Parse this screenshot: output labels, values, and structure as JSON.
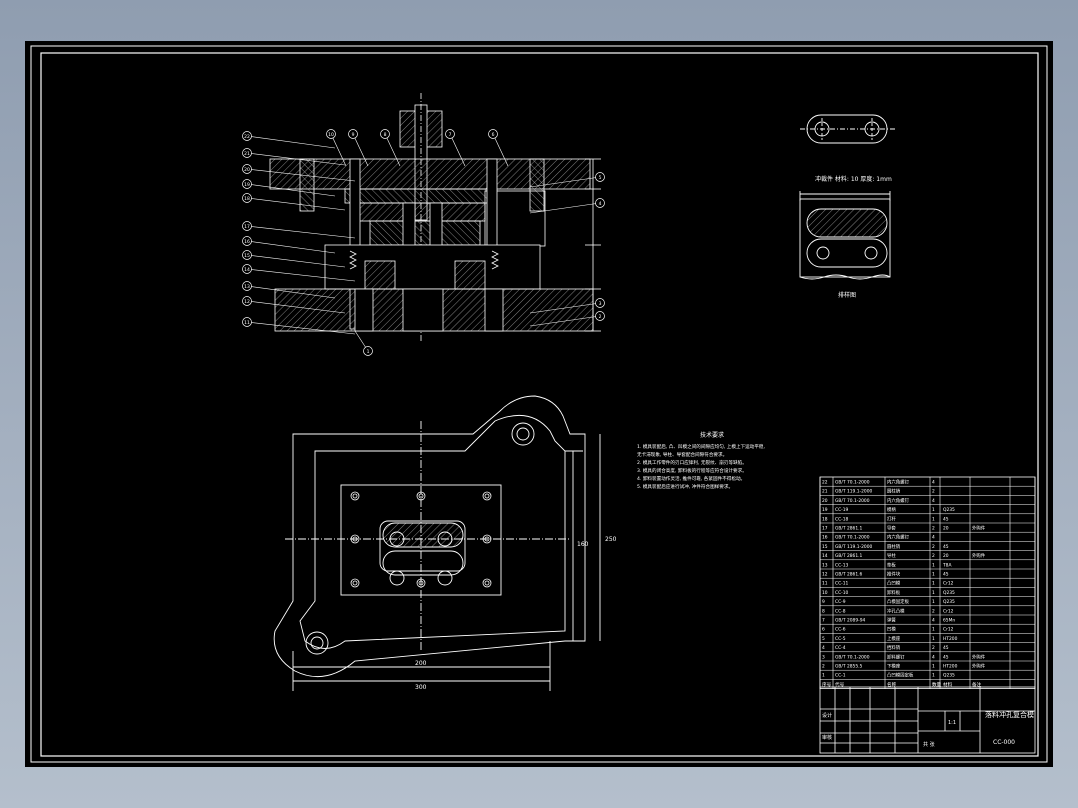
{
  "section_caption": "冲裁件  材料: 10  厚度: 1mm",
  "workpiece_caption": "排样图",
  "tech_req_title": "技术要求",
  "tech_req_lines": [
    "1. 模具装配后, 凸、凹模之间的间隙应均匀, 上模上下运动平稳,",
    "   无卡滞现象, 导柱、导套配合间隙符合要求。",
    "2. 模具工作零件的刃口应锋利, 无裂纹、崩刃等缺陷。",
    "3. 模具的闭合高度, 卸料板的行程等应符合设计要求。",
    "4. 卸料装置动作灵活, 推件可靠, 各紧固件不得松动。",
    "5. 模具装配后应进行试冲, 冲件符合图样要求。"
  ],
  "dimensions": {
    "overall_width": "300",
    "inner_width": "200",
    "overall_height": "250",
    "inner_height": "160"
  },
  "title_block": {
    "title": "落料冲孔复合模",
    "drawing_no": "CC-000",
    "scale": "1:1",
    "sheet": "共 张",
    "designer": "设计",
    "checker": "审核"
  },
  "bom_header": [
    "序号",
    "代号",
    "名称",
    "数量",
    "材料",
    "备注"
  ],
  "bom_rows": [
    [
      "22",
      "GB/T 70.1-2000",
      "内六角螺钉",
      "4",
      "",
      ""
    ],
    [
      "21",
      "GB/T 119.1-2000",
      "圆柱销",
      "2",
      "",
      ""
    ],
    [
      "20",
      "GB/T 70.1-2000",
      "内六角螺钉",
      "4",
      "",
      ""
    ],
    [
      "19",
      "CC-19",
      "模柄",
      "1",
      "Q235",
      ""
    ],
    [
      "18",
      "CC-18",
      "打杆",
      "1",
      "45",
      ""
    ],
    [
      "17",
      "GB/T 2861.1",
      "导套",
      "2",
      "20",
      "外购件"
    ],
    [
      "16",
      "GB/T 70.1-2000",
      "内六角螺钉",
      "4",
      "",
      ""
    ],
    [
      "15",
      "GB/T 119.1-2000",
      "圆柱销",
      "2",
      "45",
      ""
    ],
    [
      "14",
      "GB/T 2861.1",
      "导柱",
      "2",
      "20",
      "外购件"
    ],
    [
      "13",
      "CC-13",
      "垫板",
      "1",
      "T8A",
      ""
    ],
    [
      "12",
      "GB/T 2861.6",
      "推件块",
      "1",
      "45",
      ""
    ],
    [
      "11",
      "CC-11",
      "凸凹模",
      "1",
      "Cr12",
      ""
    ],
    [
      "10",
      "CC-10",
      "卸料板",
      "1",
      "Q235",
      ""
    ],
    [
      "9",
      "CC-9",
      "凸模固定板",
      "1",
      "Q235",
      ""
    ],
    [
      "8",
      "CC-8",
      "冲孔凸模",
      "2",
      "Cr12",
      ""
    ],
    [
      "7",
      "GB/T 2089-94",
      "弹簧",
      "4",
      "65Mn",
      ""
    ],
    [
      "6",
      "CC-6",
      "凹模",
      "1",
      "Cr12",
      ""
    ],
    [
      "5",
      "CC-5",
      "上模座",
      "1",
      "HT200",
      ""
    ],
    [
      "4",
      "CC-4",
      "挡料销",
      "2",
      "45",
      ""
    ],
    [
      "3",
      "GB/T 70.1-2000",
      "卸料螺钉",
      "4",
      "45",
      "外购件"
    ],
    [
      "2",
      "GB/T 2855.5",
      "下模座",
      "1",
      "HT200",
      "外购件"
    ],
    [
      "1",
      "CC-1",
      "凸凹模固定板",
      "1",
      "Q235",
      ""
    ]
  ],
  "part_balloons": [
    "22",
    "21",
    "20",
    "19",
    "18",
    "17",
    "16",
    "15",
    "14",
    "13",
    "12",
    "11",
    "10",
    "9",
    "8",
    "7",
    "6",
    "5",
    "4",
    "3",
    "2",
    "1"
  ],
  "colors": {
    "line": "#ffffff",
    "hatch": "#bbbbbb",
    "sheet_bg": "#000000"
  }
}
